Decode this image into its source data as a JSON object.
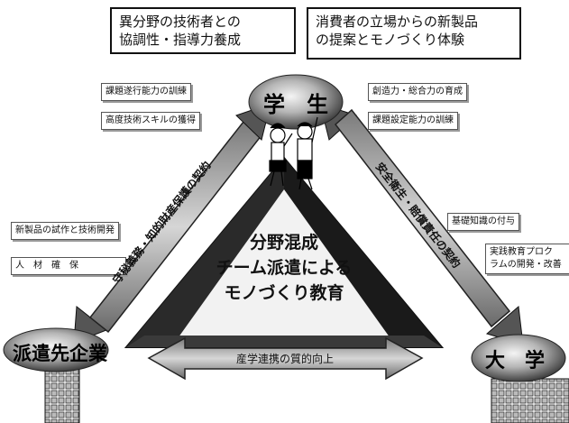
{
  "top_boxes": {
    "left": "異分野の技術者との\n協調性・指導力養成",
    "right": "消費者の立場からの新製品\nの提案とモノづくり体験"
  },
  "student": {
    "label": "学　生",
    "tags_left": [
      "課題遂行能力の訓練",
      "高度技術スキルの獲得"
    ],
    "tags_right": [
      "創造力・総合力の育成",
      "課題設定能力の訓練"
    ]
  },
  "company": {
    "label": "派遣先企業",
    "tags": [
      "新製品の試作と技術開発",
      "人　材　確　保"
    ]
  },
  "university": {
    "label": "大　学",
    "tags": [
      "基礎知識の付与",
      "実践教育プロク\nラムの開発・改善"
    ]
  },
  "center": {
    "title": "分野混成\nチーム派遣による\nモノづくり教育"
  },
  "arrows": {
    "left": "守秘義務・知的財産保護の契約",
    "right": "安全衛生・賠償責任の契約",
    "bottom": "産学連携の質的向上"
  }
}
